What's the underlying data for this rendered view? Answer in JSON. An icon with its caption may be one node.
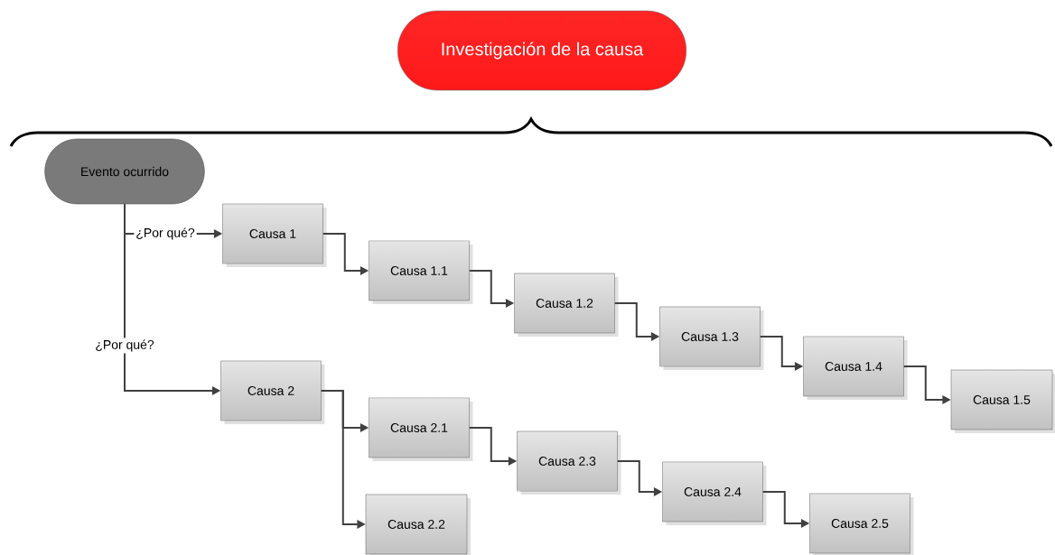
{
  "diagram": {
    "nodes": [
      {
        "text": [
          "Investigación de la causa"
        ]
      },
      {
        "text": [
          "Evento ocurrido"
        ]
      },
      {
        "text": [
          "Causa 1"
        ]
      },
      {
        "text": [
          "Causa 1.1"
        ]
      },
      {
        "text": [
          "Causa 1.2"
        ]
      },
      {
        "text": [
          "Causa 1.3"
        ]
      },
      {
        "text": [
          "Causa 1.4"
        ]
      },
      {
        "text": [
          "Causa 1.5"
        ]
      },
      {
        "text": [
          "Causa 2"
        ]
      },
      {
        "text": [
          "Causa 2.1"
        ]
      },
      {
        "text": [
          "Causa 2.2"
        ]
      },
      {
        "text": [
          "Causa 2.3"
        ]
      },
      {
        "text": [
          "Causa 2.4"
        ]
      },
      {
        "text": [
          "Causa 2.5"
        ]
      }
    ],
    "edges": [
      {
        "from": 1,
        "to": 2,
        "arrow": "to",
        "label": "¿Por qué?"
      },
      {
        "from": 1,
        "to": 8,
        "arrow": "to",
        "label": "¿Por qué?"
      },
      {
        "from": 2,
        "to": 3,
        "arrow": "to"
      },
      {
        "from": 3,
        "to": 4,
        "arrow": "to"
      },
      {
        "from": 4,
        "to": 5,
        "arrow": "to"
      },
      {
        "from": 5,
        "to": 6,
        "arrow": "to"
      },
      {
        "from": 6,
        "to": 7,
        "arrow": "to"
      },
      {
        "from": 8,
        "to": 9,
        "arrow": "to"
      },
      {
        "from": 8,
        "to": 10,
        "arrow": "to"
      },
      {
        "from": 9,
        "to": 11,
        "arrow": "to"
      },
      {
        "from": 11,
        "to": 12,
        "arrow": "to"
      },
      {
        "from": 12,
        "to": 13,
        "arrow": "to"
      }
    ]
  }
}
